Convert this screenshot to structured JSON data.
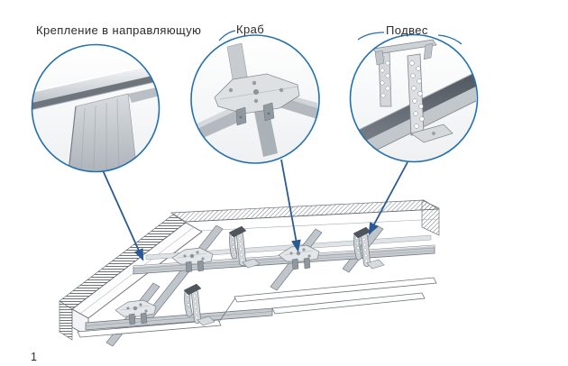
{
  "figure": {
    "number": "1"
  },
  "callouts": [
    {
      "id": "guide-fastening",
      "label": "Крепление в направляющую"
    },
    {
      "id": "crab",
      "label": "Краб"
    },
    {
      "id": "hanger",
      "label": "Подвес"
    }
  ],
  "icons": {
    "crab_connector": "crab-connector-glyph",
    "strap_hanger": "strap-hanger-glyph",
    "ceiling_profile": "ceiling-profile-glyph"
  },
  "colors": {
    "background": "#ffffff",
    "callout_ring": "#2470ad",
    "leader_line": "#2a5a94",
    "label_text": "#2b2b2b",
    "outline": "#666c71",
    "metal_light": "#e3e7ea",
    "metal_mid": "#c6cbd0",
    "metal_dark": "#565d64"
  }
}
